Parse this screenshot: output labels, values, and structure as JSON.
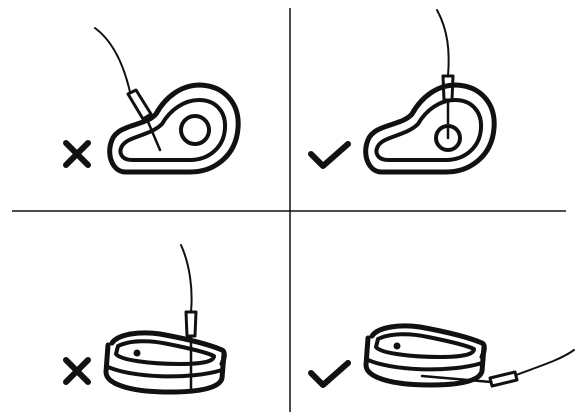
{
  "panels": [
    {
      "id": "top-left",
      "view": "top",
      "verdict": "incorrect",
      "verdict_icon": "cross-icon"
    },
    {
      "id": "top-right",
      "view": "top",
      "verdict": "correct",
      "verdict_icon": "check-icon"
    },
    {
      "id": "bottom-left",
      "view": "side",
      "verdict": "incorrect",
      "verdict_icon": "cross-icon"
    },
    {
      "id": "bottom-right",
      "view": "side",
      "verdict": "correct",
      "verdict_icon": "check-icon"
    }
  ],
  "colors": {
    "ink": "#111111",
    "background": "#ffffff"
  }
}
